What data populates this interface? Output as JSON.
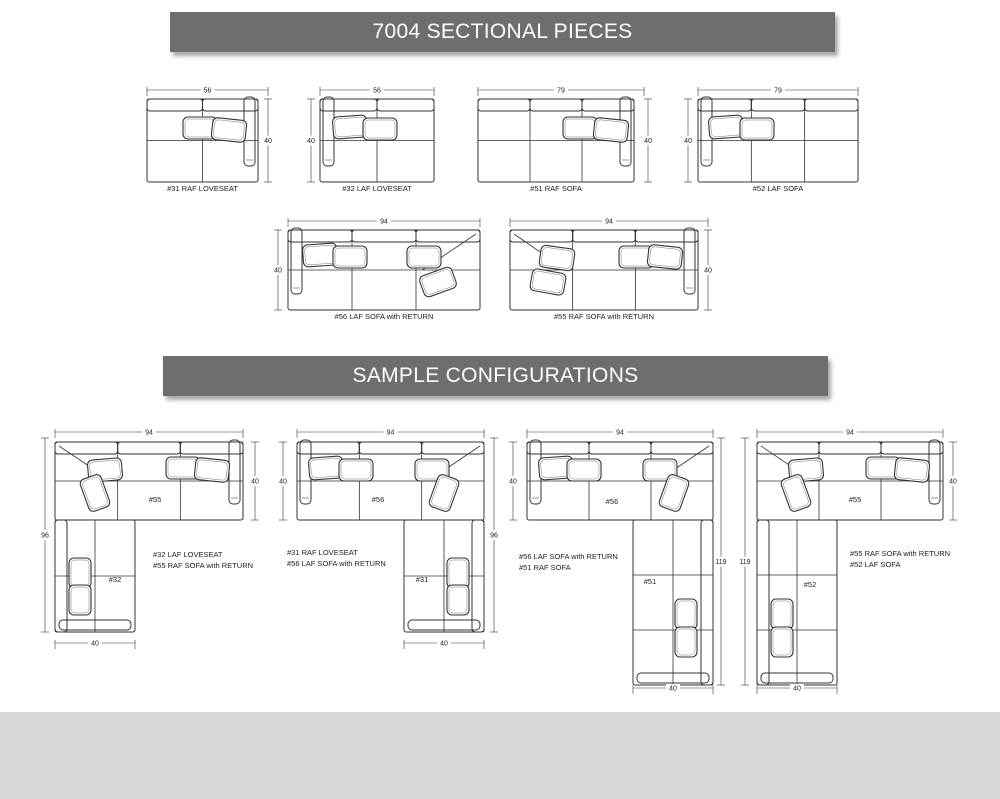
{
  "title": "7004 SECTIONAL PIECES",
  "configs_title": "SAMPLE CONFIGURATIONS",
  "pieces": [
    {
      "id": "31",
      "label": "#31 RAF LOVESEAT",
      "width": "56",
      "depth": "40"
    },
    {
      "id": "32",
      "label": "#32 LAF LOVESEAT",
      "width": "56",
      "depth": "40"
    },
    {
      "id": "51",
      "label": "#51 RAF SOFA",
      "width": "79",
      "depth": "40"
    },
    {
      "id": "52",
      "label": "#52 LAF SOFA",
      "width": "79",
      "depth": "40"
    },
    {
      "id": "56",
      "label": "#56 LAF SOFA with RETURN",
      "width": "94",
      "depth": "40"
    },
    {
      "id": "55",
      "label": "#55 RAF SOFA with RETURN",
      "width": "94",
      "depth": "40"
    }
  ],
  "configurations": [
    {
      "top_tag": "#55",
      "leg_tag": "#32",
      "lines": [
        "#32 LAF LOVESEAT",
        "#55 RAF SOFA with RETURN"
      ],
      "width": "94",
      "depth": "40",
      "length": "96",
      "leg_width": "40"
    },
    {
      "top_tag": "#56",
      "leg_tag": "#31",
      "lines": [
        "#31 RAF LOVESEAT",
        "#56 LAF SOFA with RETURN"
      ],
      "width": "94",
      "depth": "40",
      "length": "96",
      "leg_width": "40"
    },
    {
      "top_tag": "#56",
      "leg_tag": "#51",
      "lines": [
        "#56 LAF SOFA with RETURN",
        "#51 RAF SOFA"
      ],
      "width": "94",
      "depth": "40",
      "length": "119",
      "leg_width": "40"
    },
    {
      "top_tag": "#55",
      "leg_tag": "#52",
      "lines": [
        "#55 RAF SOFA with RETURN",
        "#52 LAF SOFA"
      ],
      "width": "94",
      "depth": "40",
      "length": "119",
      "leg_width": "40"
    }
  ]
}
